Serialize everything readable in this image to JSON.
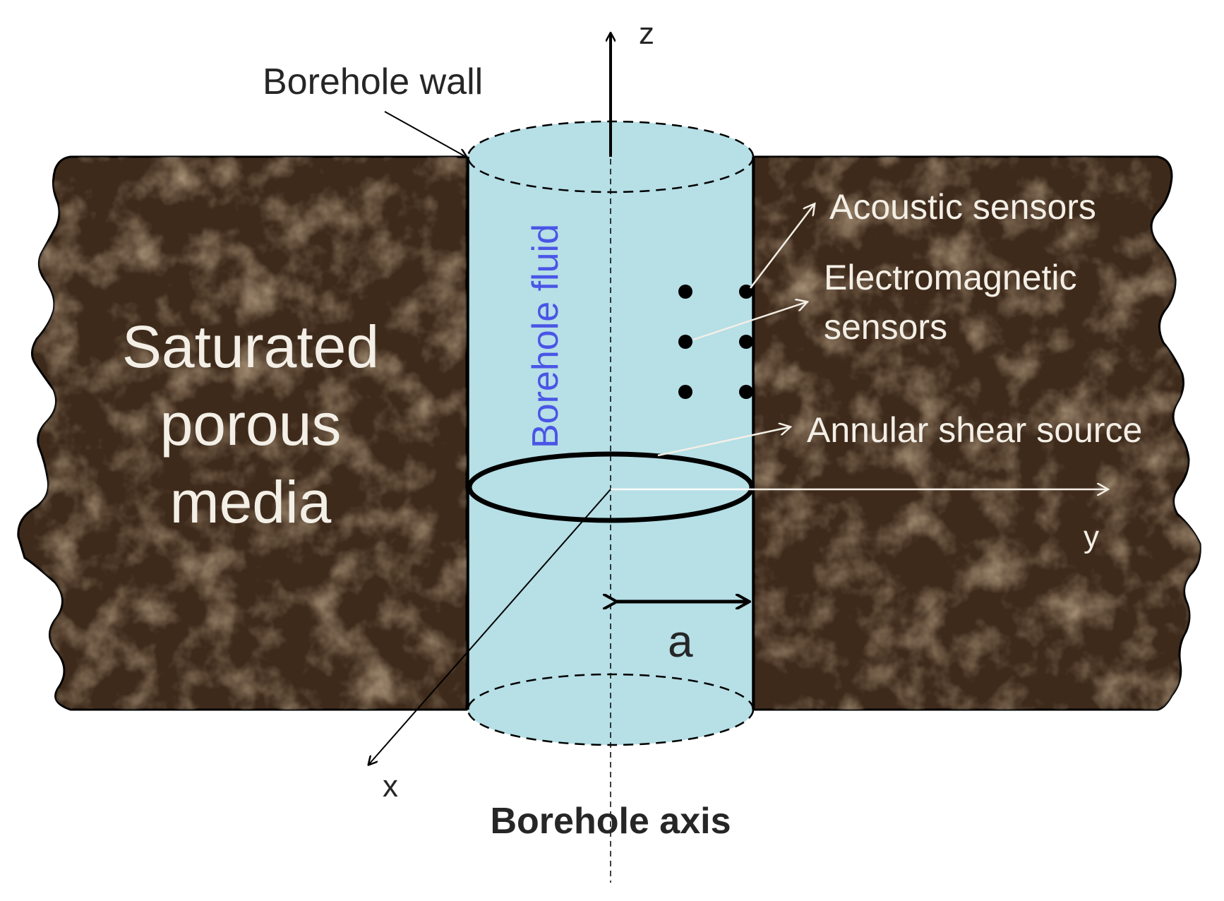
{
  "labels": {
    "borehole_wall": "Borehole wall",
    "z_axis": "z",
    "y_axis": "y",
    "x_axis": "x",
    "borehole_fluid": "Borehole fluid",
    "acoustic_sensors": "Acoustic sensors",
    "electromagnetic_line1": "Electromagnetic",
    "electromagnetic_line2": "sensors",
    "annular_shear_source": "Annular shear source",
    "radius": "a",
    "borehole_axis": "Borehole axis",
    "medium_line1": "Saturated",
    "medium_line2": "porous",
    "medium_line3": "media"
  },
  "colors": {
    "rock": "#3e2a1b",
    "rock_vein": "#8c6d4b",
    "fluid": "#b6dfe6",
    "outline": "#000000",
    "fluid_label": "#4a55e6",
    "light_text": "#f3efe6"
  },
  "sensors": {
    "acoustic_count": 3,
    "electromagnetic_count": 3
  }
}
